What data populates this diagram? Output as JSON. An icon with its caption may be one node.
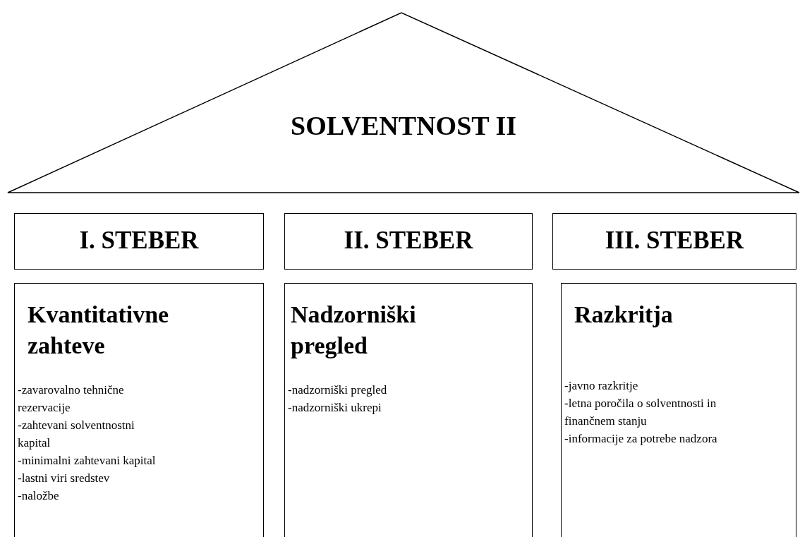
{
  "diagram": {
    "nodes": [
      {
        "text": [
          "SOLVENTNOST II"
        ]
      },
      {
        "text": [
          "I. STEBER"
        ]
      },
      {
        "text": [
          "II. STEBER"
        ]
      },
      {
        "text": [
          "III. STEBER"
        ]
      },
      {
        "text": [
          "Kvantitativne zahteve",
          "-zavarovalno tehnične rezervacije",
          "-zahtevani solventnostni kapital",
          "-minimalni zahtevani kapital",
          "-lastni viri sredstev",
          "-naložbe"
        ]
      },
      {
        "text": [
          "Nadzorniški pregled",
          "-nadzorniški pregled",
          "-nadzorniški ukrepi"
        ]
      },
      {
        "text": [
          "Razkritja",
          "-javno razkritje",
          "-letna poročila o solventnosti in finančnem stanju",
          "-informacije za potrebe nadzora"
        ]
      }
    ],
    "edges": []
  }
}
